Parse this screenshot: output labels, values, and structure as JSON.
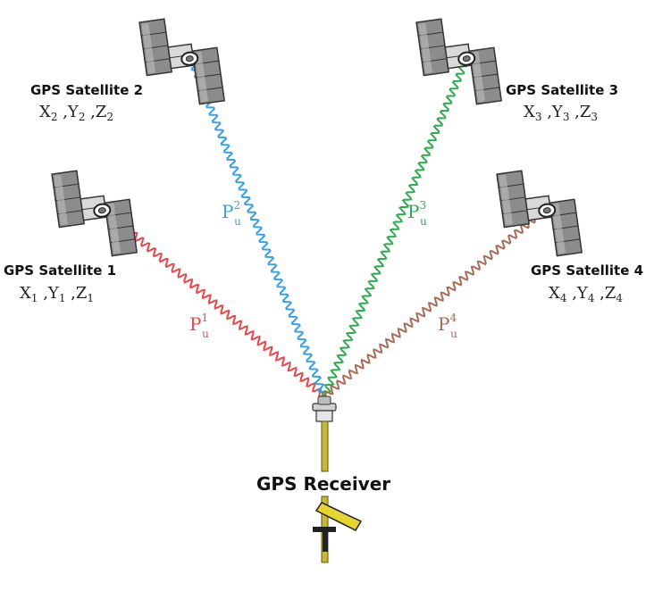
{
  "receiver": {
    "label": "GPS Receiver"
  },
  "satellites": [
    {
      "name": "GPS Satellite 1",
      "x": "X",
      "y": "Y",
      "z": "Z",
      "index": "1",
      "range_symbol": "P",
      "range_sub": "u",
      "range_sup": "1",
      "signal_color": "#e8474a"
    },
    {
      "name": "GPS Satellite 2",
      "x": "X",
      "y": "Y",
      "z": "Z",
      "index": "2",
      "range_symbol": "P",
      "range_sub": "u",
      "range_sup": "2",
      "signal_color": "#3a9fe0"
    },
    {
      "name": "GPS Satellite 3",
      "x": "X",
      "y": "Y",
      "z": "Z",
      "index": "3",
      "range_symbol": "P",
      "range_sub": "u",
      "range_sup": "3",
      "signal_color": "#2fa84f"
    },
    {
      "name": "GPS Satellite 4",
      "x": "X",
      "y": "Y",
      "z": "Z",
      "index": "4",
      "range_symbol": "P",
      "range_sub": "u",
      "range_sup": "4",
      "signal_color": "#a86a55"
    }
  ],
  "colors": {
    "satellite_body": "#9a9a9a",
    "satellite_panel_dark": "#555555",
    "antenna_pole": "#c7b833",
    "tripod_yellow": "#e6d431"
  }
}
